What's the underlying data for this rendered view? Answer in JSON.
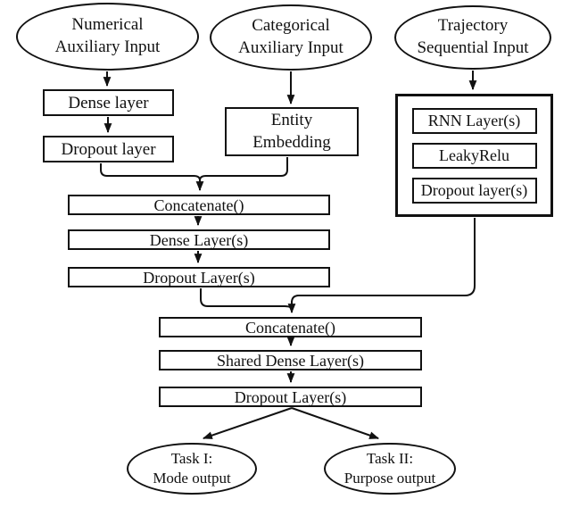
{
  "diagram": {
    "inputs": {
      "numerical": "Numerical\nAuxiliary Input",
      "categorical": "Categorical\nAuxiliary Input",
      "trajectory": "Trajectory\nSequential Input"
    },
    "numerical_branch": {
      "dense": "Dense layer",
      "dropout": "Dropout layer"
    },
    "categorical_branch": {
      "embedding": "Entity\nEmbedding"
    },
    "trajectory_branch": {
      "rnn": "RNN Layer(s)",
      "activation": "LeakyRelu",
      "dropout": "Dropout layer(s)"
    },
    "aux_merge": {
      "concatenate": "Concatenate()",
      "dense": "Dense Layer(s)",
      "dropout": "Dropout Layer(s)"
    },
    "final_merge": {
      "concatenate": "Concatenate()",
      "shared_dense": "Shared Dense Layer(s)",
      "dropout": "Dropout Layer(s)"
    },
    "outputs": {
      "task1": "Task I:\nMode output",
      "task2": "Task II:\nPurpose output"
    },
    "colors": {
      "stroke": "#111111",
      "background": "#ffffff",
      "text": "#111111"
    }
  }
}
